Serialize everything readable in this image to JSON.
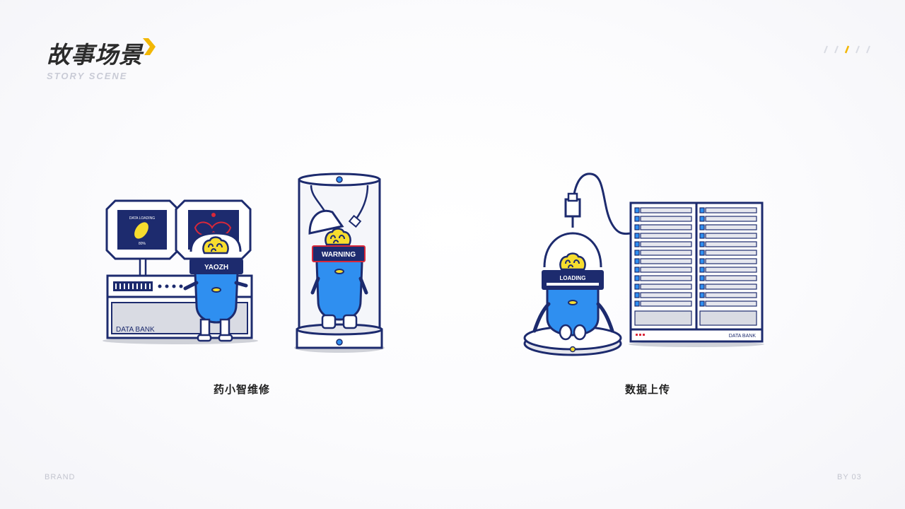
{
  "header": {
    "title_cn": "故事场景",
    "title_en": "STORY SCENE"
  },
  "scene_left": {
    "caption": "药小智维修",
    "monitor_title": "DATA LOADING",
    "monitor_percent": "80%",
    "badge": "YAOZH",
    "machine_label": "DATA BANK",
    "tube_label": "WARNING"
  },
  "scene_right": {
    "caption": "数据上传",
    "visor_label": "LOADING",
    "server_label": "DATA BANK"
  },
  "footer": {
    "left": "BRAND",
    "right": "BY 03"
  },
  "colors": {
    "navy": "#1d2b6e",
    "blue": "#2f8ff0",
    "yellow": "#f7dd2e",
    "accent": "#f2b705",
    "red": "#d8283a"
  }
}
